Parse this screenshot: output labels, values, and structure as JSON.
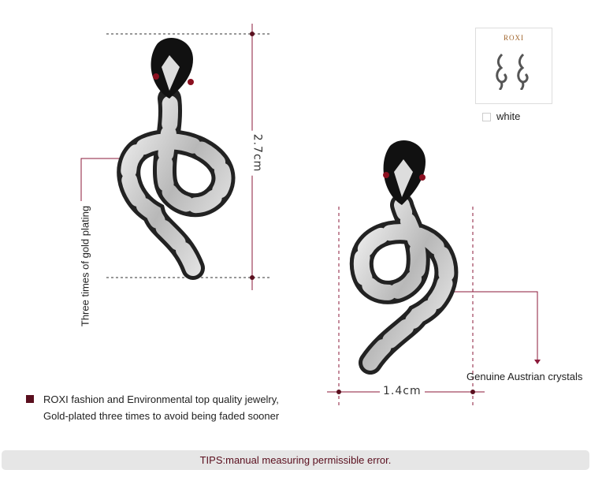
{
  "thumbnail": {
    "brand": "ROXI",
    "color_option": "white"
  },
  "dimensions": {
    "height_label": "2.7cm",
    "width_label": "1.4cm"
  },
  "callouts": {
    "plating": "Three times of gold plating",
    "crystals": "Genuine Austrian crystals"
  },
  "description": {
    "line1": "ROXI fashion and Environmental top quality jewelry,",
    "line2": "Gold-plated three times to avoid being faded sooner"
  },
  "tips": "TIPS:manual measuring permissible error.",
  "colors": {
    "accent": "#8b1a3a",
    "bullet": "#5a0f1e",
    "tips_bg": "#e6e6e6"
  }
}
